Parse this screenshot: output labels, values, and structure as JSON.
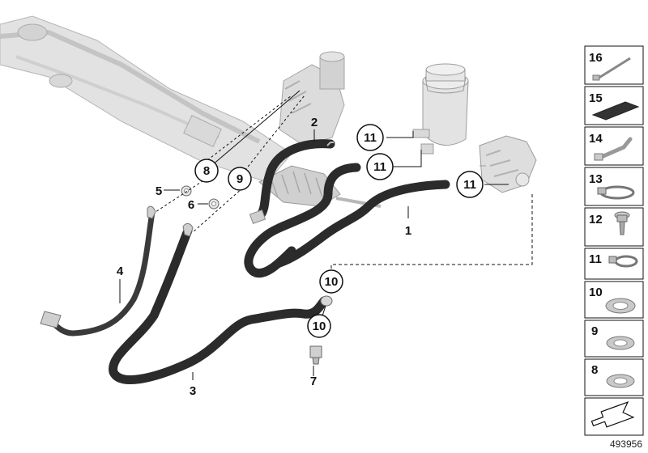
{
  "diagram_id": "493956",
  "callouts": {
    "c1": "1",
    "c2": "2",
    "c3": "3",
    "c4": "4",
    "c5": "5",
    "c6": "6",
    "c7": "7",
    "c8": "8",
    "c9": "9",
    "c10a": "10",
    "c10b": "10",
    "c11a": "11",
    "c11b": "11",
    "c11c": "11"
  },
  "legend": [
    {
      "number": "16",
      "icon": "cable-tie-icon"
    },
    {
      "number": "15",
      "icon": "foam-pad-icon"
    },
    {
      "number": "14",
      "icon": "holder-strap-icon"
    },
    {
      "number": "13",
      "icon": "hose-clamp-icon"
    },
    {
      "number": "12",
      "icon": "banjo-bolt-icon"
    },
    {
      "number": "11",
      "icon": "clamp-icon"
    },
    {
      "number": "10",
      "icon": "seal-ring-icon"
    },
    {
      "number": "9",
      "icon": "seal-ring-icon"
    },
    {
      "number": "8",
      "icon": "seal-ring-icon"
    }
  ],
  "colors": {
    "hose": "#2b2b2b",
    "ghost": "#d7d7d7",
    "ghost_stroke": "#9a9a9a",
    "line": "#111111"
  }
}
